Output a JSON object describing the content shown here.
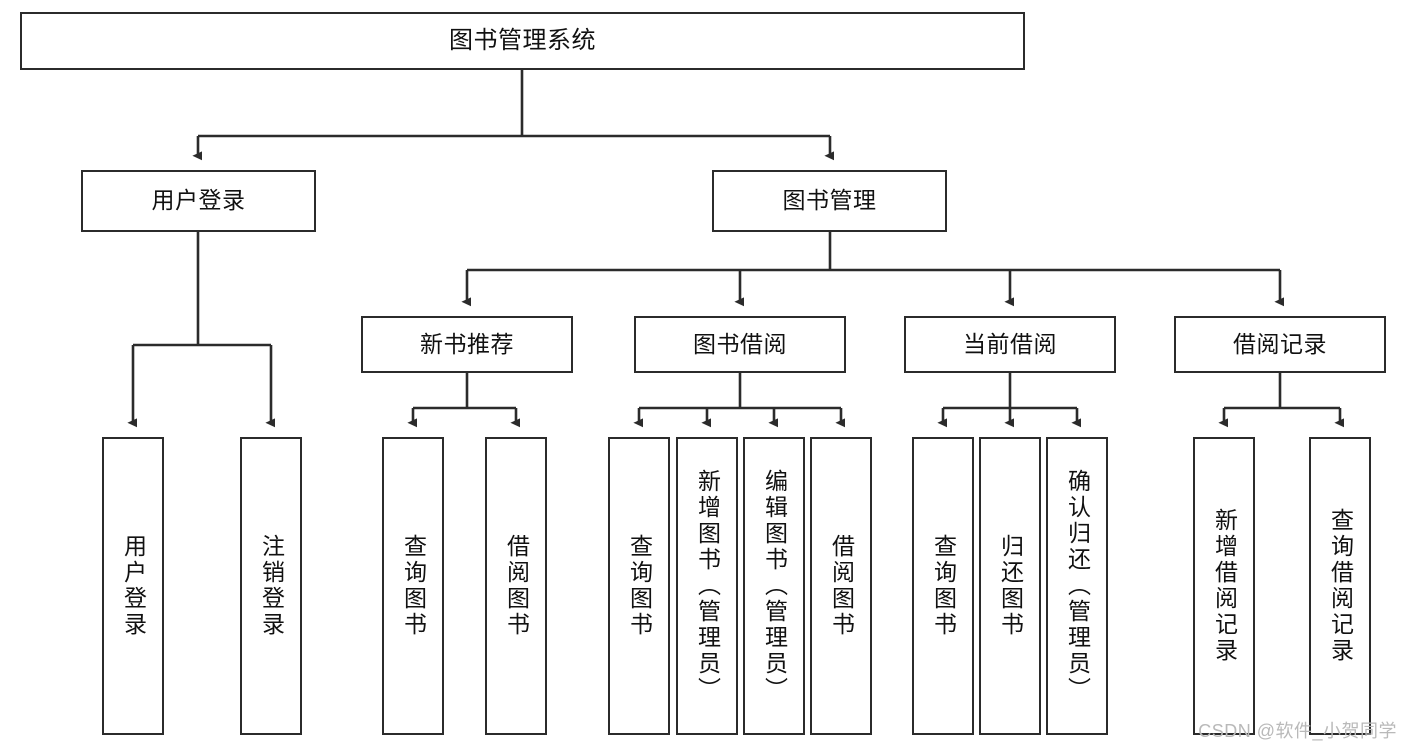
{
  "diagram": {
    "title": "图书管理系统",
    "root": {
      "id": "root",
      "label": "图书管理系统"
    },
    "level2": [
      {
        "id": "user-login",
        "label": "用户登录"
      },
      {
        "id": "book-manage",
        "label": "图书管理"
      }
    ],
    "level3": [
      {
        "id": "new-book-recommend",
        "label": "新书推荐",
        "parent": "book-manage"
      },
      {
        "id": "book-borrow",
        "label": "图书借阅",
        "parent": "book-manage"
      },
      {
        "id": "current-borrow",
        "label": "当前借阅",
        "parent": "book-manage"
      },
      {
        "id": "borrow-record",
        "label": "借阅记录",
        "parent": "book-manage"
      }
    ],
    "leaves": [
      {
        "id": "leaf-user-login",
        "label": "用户登录",
        "parent": "user-login"
      },
      {
        "id": "leaf-logout-login",
        "label": "注销登录",
        "parent": "user-login"
      },
      {
        "id": "leaf-query-book-1",
        "label": "查询图书",
        "parent": "new-book-recommend"
      },
      {
        "id": "leaf-borrow-book-1",
        "label": "借阅图书",
        "parent": "new-book-recommend"
      },
      {
        "id": "leaf-query-book-2",
        "label": "查询图书",
        "parent": "book-borrow"
      },
      {
        "id": "leaf-add-book",
        "label": "新增图书（管理员）",
        "parent": "book-borrow"
      },
      {
        "id": "leaf-edit-book",
        "label": "编辑图书（管理员）",
        "parent": "book-borrow"
      },
      {
        "id": "leaf-borrow-book-2",
        "label": "借阅图书",
        "parent": "book-borrow"
      },
      {
        "id": "leaf-query-book-3",
        "label": "查询图书",
        "parent": "current-borrow"
      },
      {
        "id": "leaf-return-book",
        "label": "归还图书",
        "parent": "current-borrow"
      },
      {
        "id": "leaf-confirm-return",
        "label": "确认归还（管理员）",
        "parent": "current-borrow"
      },
      {
        "id": "leaf-add-record",
        "label": "新增借阅记录",
        "parent": "borrow-record"
      },
      {
        "id": "leaf-query-record",
        "label": "查询借阅记录",
        "parent": "borrow-record"
      }
    ],
    "colors": {
      "box_border": "#2b2b2b",
      "box_fill": "#ffffff",
      "connector": "#2b2b2b",
      "text": "#111111",
      "watermark": "#b9b9b9"
    }
  },
  "watermark": {
    "text": "CSDN @软件_小贺同学"
  }
}
